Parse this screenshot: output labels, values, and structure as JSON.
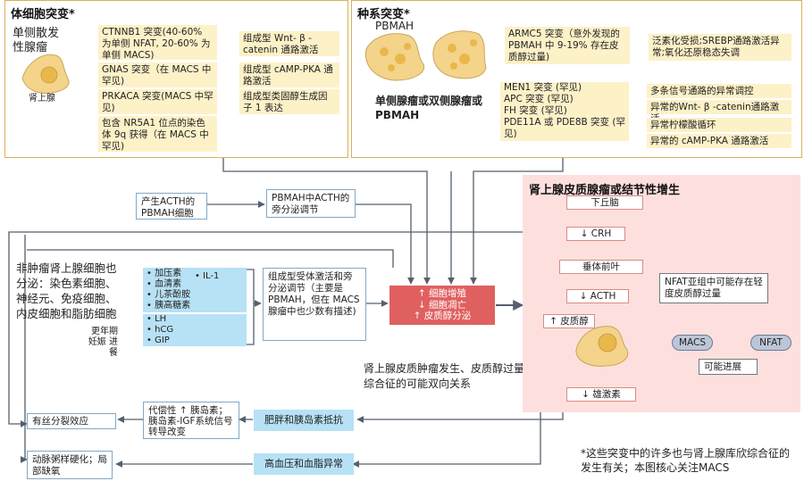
{
  "somatic": {
    "title": "体细胞突变*",
    "unilateral": "单侧散发性腺瘤",
    "adrenal_label": "肾上腺",
    "mutations": [
      "CTNNB1 突变(40-60% 为单侧 NFAT, 20-60% 为单侧 MACS)",
      "GNAS 突变（在 MACS 中罕见)",
      "PRKACA 突变(MACS 中罕见)",
      "包含 NR5A1 位点的染色体 9q 获得（在 MACS 中罕见)"
    ],
    "effects": [
      "组成型 Wnt- β -catenin 通路激活",
      "组成型 cAMP-PKA 通路激活",
      "组成型类固醇生成因子 1 表达"
    ]
  },
  "germline": {
    "title": "种系突变*",
    "pbmah": "PBMAH",
    "armc5": "ARMC5 突变（意外发现的 PBMAH 中 9-19% 存在皮质醇过量)",
    "armc5_effect": "泛素化受损;SREBP通路激活异常;氧化还原稳态失调",
    "uni_bi_title": "单侧腺瘤或双侧腺瘤或 PBMAH",
    "mutations": [
      "MEN1 突变 (罕见)",
      "APC 突变 (罕见)",
      "FH 突变 (罕见)",
      "PDE11A 或 PDE8B 突变 (罕见)"
    ],
    "effects": [
      "多条信号通路的异常调控",
      "异常的Wnt- β -catenin通路激活",
      "异常柠檬酸循环",
      "异常的 cAMP-PKA 通路激活"
    ]
  },
  "middle": {
    "acth_cells": "产生ACTH的PBMAH细胞",
    "paracrine": "PBMAH中ACTH的旁分泌调节",
    "non_tumor": "非肿瘤肾上腺细胞也分泌：染色素细胞、神经元、免疫细胞、内皮细胞和脂肪细胞",
    "hormones": [
      "加压素",
      "血清素",
      "儿茶酚胺",
      "胰高糖素"
    ],
    "il1": "IL-1",
    "hormones2": [
      "LH",
      "hCG",
      "GIP"
    ],
    "states": "更年期 妊娠 进餐",
    "receptor": "组成型受体激活和旁分泌调节（主要是 PBMAH，但在 MACS 腺瘤中也少数有描述)",
    "red": [
      "↑ 细胞增殖",
      "↓ 细胞凋亡",
      "↑ 皮质醇分泌"
    ],
    "bidirectional": "肾上腺皮质肿瘤发生、皮质醇过量和代谢综合征的可能双向关系"
  },
  "right": {
    "title": "肾上腺皮质腺瘤或结节性增生",
    "hypothalamus": "下丘脑",
    "crh": "↓ CRH",
    "pituitary": "垂体前叶",
    "acth": "↓ ACTH",
    "cortisol": "↑ 皮质醇",
    "nfat_note": "NFAT亚组中可能存在轻度皮质醇过量",
    "macs": "MACS",
    "nfat": "NFAT",
    "progress": "可能进展",
    "androgen": "↓ 雄激素"
  },
  "bottom": {
    "compensatory": "代偿性 ↑ 胰岛素；胰岛素-IGF系统信号转导改变",
    "mitogenic": "有丝分裂效应",
    "obesity": "肥胖和胰岛素抵抗",
    "atherosclerosis": "动脉粥样硬化；局部缺氧",
    "hypertension": "高血压和血脂异常",
    "footnote": "*这些突变中的许多也与肾上腺库欣综合征的发生有关；本图核心关注MACS"
  },
  "colors": {
    "panel_border": "#d9b15a",
    "yellow": "#fdf1c8",
    "blue": "#b7e1f5",
    "red": "#e06060",
    "pink": "#fde0dd",
    "arrow": "#555f6e"
  }
}
